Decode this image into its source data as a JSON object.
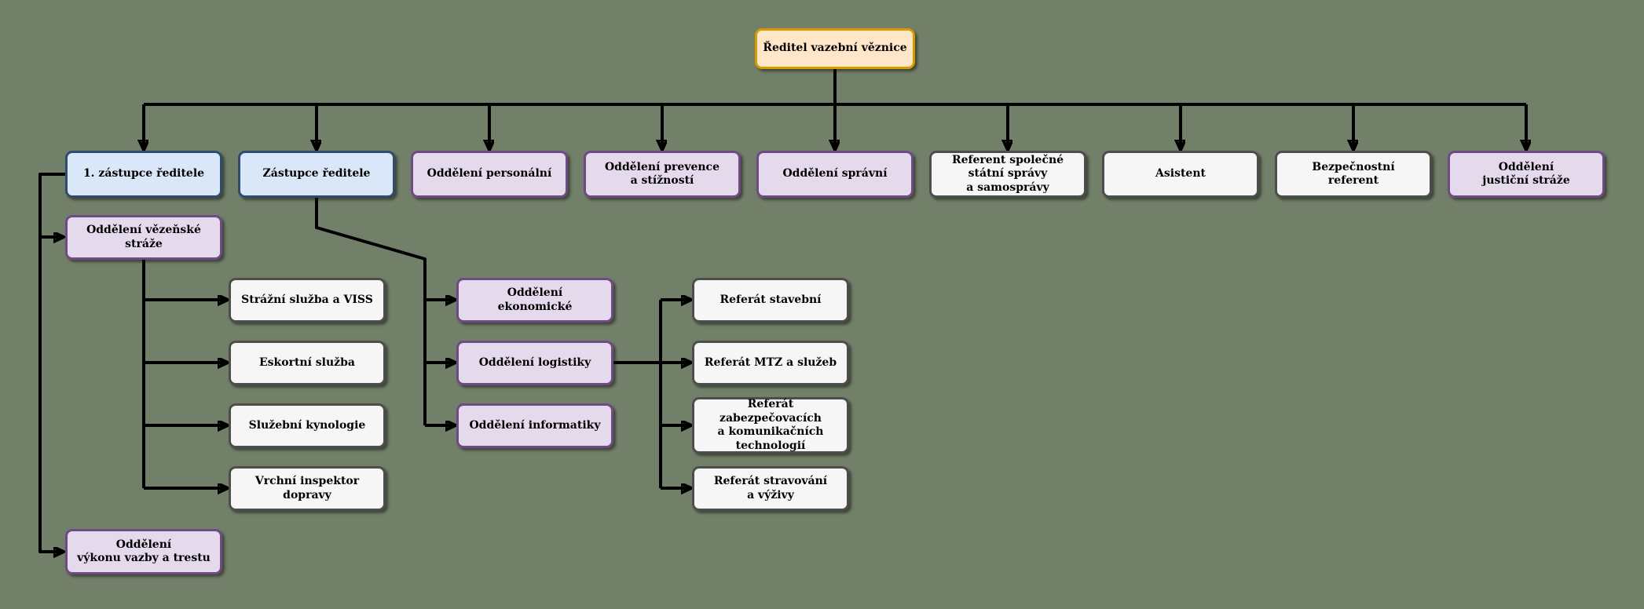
{
  "background": "#738069",
  "palette": {
    "director_fill": "#FFE6C9",
    "director_border": "#D79B00",
    "deputy_fill": "#D9E7F8",
    "deputy_border": "#2E4C6D",
    "department_fill": "#E5DAEC",
    "department_border": "#6E4B85",
    "unit_fill": "#F6F6F6",
    "unit_border": "#4D4D4D",
    "connector": "#000000"
  },
  "nodes": {
    "director": {
      "label": "Ředitel vazební věznice"
    },
    "first_deputy": {
      "label": "1. zástupce ředitele"
    },
    "deputy": {
      "label": "Zástupce ředitele"
    },
    "personal": {
      "label": "Oddělení personální"
    },
    "prevence": {
      "label": "Oddělení prevence\na stížností"
    },
    "spravni": {
      "label": "Oddělení správní"
    },
    "referent_sss": {
      "label": "Referent společné\nstátní správy\na samosprávy"
    },
    "asistent": {
      "label": "Asistent"
    },
    "bezpecnostni": {
      "label": "Bezpečnostní\nreferent"
    },
    "justicni": {
      "label": "Oddělení\njustiční stráže"
    },
    "vezenska": {
      "label": "Oddělení vězeňské stráže"
    },
    "strazni": {
      "label": "Strážní služba a VISS"
    },
    "eskortni": {
      "label": "Eskortní služba"
    },
    "kynologie": {
      "label": "Služební kynologie"
    },
    "inspektor": {
      "label": "Vrchní inspektor dopravy"
    },
    "vykon": {
      "label": "Oddělení\nvýkonu vazby a trestu"
    },
    "ekonomicke": {
      "label": "Oddělení\nekonomické"
    },
    "logistiky": {
      "label": "Oddělení logistiky"
    },
    "informatiky": {
      "label": "Oddělení informatiky"
    },
    "stavebni": {
      "label": "Referát stavební"
    },
    "mtz": {
      "label": "Referát MTZ a služeb"
    },
    "zabezpecovaci": {
      "label": "Referát zabezpečovacích\na komunikačních\ntechnologií"
    },
    "stravovani": {
      "label": "Referát stravování\na výživy"
    }
  }
}
